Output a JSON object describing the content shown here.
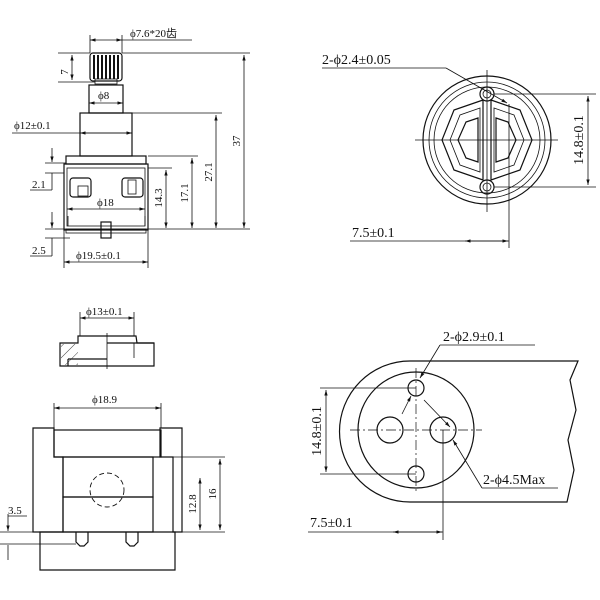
{
  "figure": {
    "title": "Ceramic cartridge technical drawing",
    "colors": {
      "line": "#111111",
      "background": "#ffffff"
    }
  },
  "side_view": {
    "spline_dim": "ϕ7.6*20齿",
    "spline_height": "7",
    "stem_dia": "ϕ8",
    "neck_dia": "ϕ12±0.1",
    "flange_height": "2.1",
    "body_dia_inner": "ϕ18",
    "height_14": "14.3",
    "height_17": "17.1",
    "height_27": "27.1",
    "total_height": "37",
    "base_offset": "2.5",
    "body_dia": "ϕ19.5±0.1"
  },
  "bottom_view": {
    "pin_holes": "2-ϕ2.4±0.05",
    "pin_spacing": "14.8±0.1",
    "offset": "7.5±0.1"
  },
  "gasket_view": {
    "dia": "ϕ13±0.1"
  },
  "housing_section": {
    "bore_dia": "ϕ18.9",
    "depth_16": "16",
    "depth_12": "12.8",
    "step": "3.5"
  },
  "mounting_view": {
    "pin_holes": "2-ϕ2.9±0.1",
    "port_holes": "2-ϕ4.5Max",
    "pin_spacing": "14.8±0.1",
    "offset": "7.5±0.1"
  }
}
